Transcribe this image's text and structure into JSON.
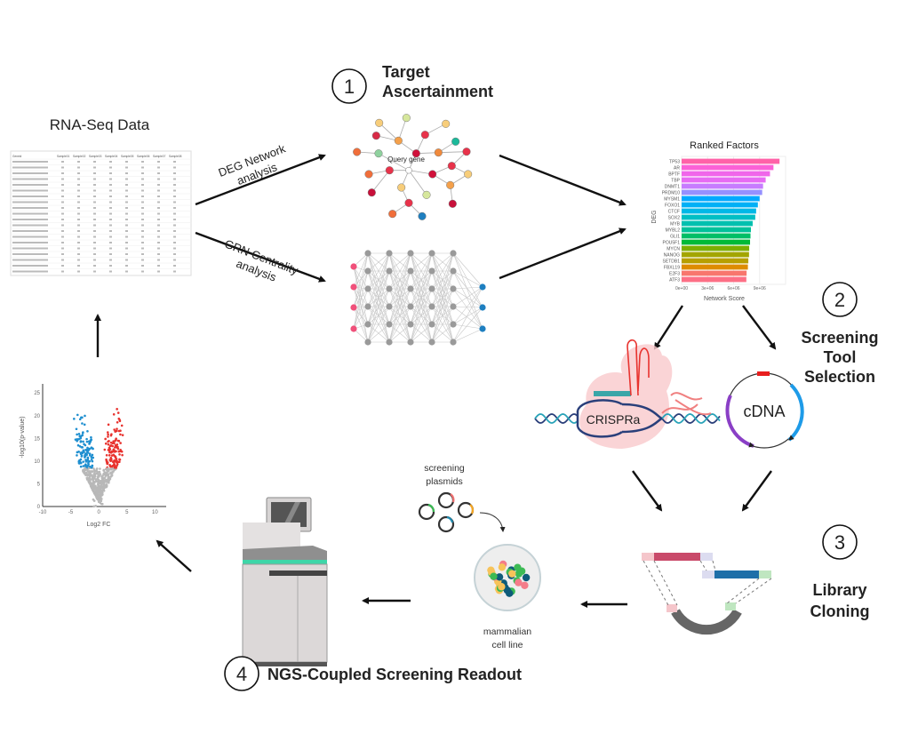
{
  "steps": [
    {
      "number": "1",
      "title_lines": [
        "Target",
        "Ascertainment"
      ]
    },
    {
      "number": "2",
      "title_lines": [
        "Screening",
        "Tool",
        "Selection"
      ]
    },
    {
      "number": "3",
      "title_lines": [
        "Library",
        "Cloning"
      ]
    },
    {
      "number": "4",
      "title": "NGS-Coupled Screening Readout"
    }
  ],
  "rnaseq": {
    "title": "RNA-Seq Data",
    "columns": [
      "Geneid",
      "Sample01",
      "Sample02",
      "Sample03",
      "Sample04",
      "Sample05",
      "Sample06",
      "Sample07",
      "Sample08"
    ]
  },
  "edges": {
    "deg_lines": [
      "DEG Network",
      "analysis"
    ],
    "grn_lines": [
      "GRN Centrality",
      "analysis"
    ]
  },
  "network": {
    "query_label": "Query gene"
  },
  "ranked_factors": {
    "type": "bar",
    "orientation": "horizontal",
    "title": "Ranked Factors",
    "ylabel": "DEG",
    "xlabel": "Network Score",
    "x_ticks": [
      "0e+00",
      "3e+06",
      "6e+06",
      "9e+06"
    ],
    "xlim": [
      0,
      12000000
    ],
    "categories": [
      "TP53",
      "AR",
      "BPTF",
      "TBP",
      "DNMT1",
      "PRDM10",
      "MYSM1",
      "FOXO1",
      "CTCF",
      "SOX2",
      "MYB",
      "MYBL2",
      "GLI1",
      "POU5F1",
      "MYCN",
      "NANOG",
      "SETDB1",
      "FBXL19",
      "E2F3",
      "ATF3"
    ],
    "values": [
      11300000,
      10600000,
      10200000,
      9700000,
      9400000,
      9300000,
      9000000,
      8800000,
      8600000,
      8500000,
      8200000,
      8000000,
      7950000,
      7900000,
      7800000,
      7780000,
      7700000,
      7650000,
      7500000,
      7470000
    ],
    "colors": [
      "#ff62a8",
      "#fb61d7",
      "#f066ea",
      "#e76bf3",
      "#c77cff",
      "#9590ff",
      "#00a9ff",
      "#00b0f6",
      "#00b8e7",
      "#00bfc4",
      "#00c0af",
      "#00c19a",
      "#00be67",
      "#00ba38",
      "#7cae00",
      "#a3a500",
      "#b79f00",
      "#de8c00",
      "#f8766d",
      "#fd6f86"
    ],
    "grid": true
  },
  "crispr": {
    "label": "CRISPRa"
  },
  "cdna": {
    "label": "cDNA"
  },
  "plasmids": {
    "label_lines": [
      "screening",
      "plasmids"
    ]
  },
  "cells": {
    "label_lines": [
      "mammalian",
      "cell line"
    ]
  },
  "volcano": {
    "type": "scatter",
    "xlabel": "Log2 FC",
    "ylabel": "-log10(p-value)",
    "x_ticks": [
      "-10",
      "-5",
      "0",
      "5",
      "10"
    ],
    "y_ticks": [
      "0",
      "5",
      "10",
      "15",
      "20",
      "25"
    ],
    "xlim": [
      -10,
      12
    ],
    "ylim": [
      0,
      27
    ],
    "colors": {
      "down": "#1f8fd0",
      "up": "#e8332f",
      "ns": "#b8b8b8"
    }
  },
  "colors": {
    "arrow": "#111111"
  }
}
